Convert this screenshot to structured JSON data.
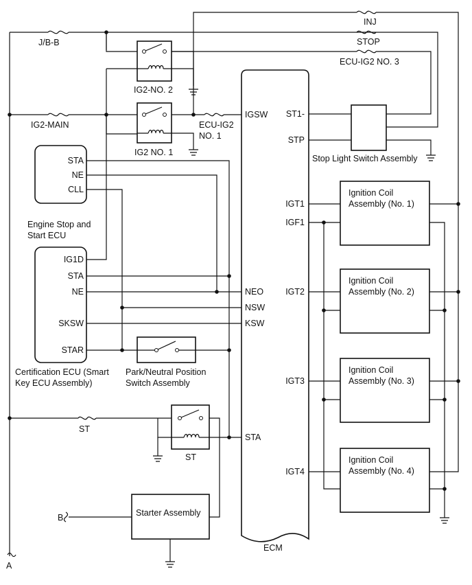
{
  "fuses": {
    "jb_b": "J/B-B",
    "ig2_main": "IG2-MAIN",
    "inj": "INJ",
    "stop": "STOP",
    "ecu_ig2_no3": "ECU-IG2 NO. 3",
    "ecu_ig2_no1_line1": "ECU-IG2",
    "ecu_ig2_no1_line2": "NO. 1",
    "st": "ST"
  },
  "relays": {
    "ig2_no2": "IG2-NO. 2",
    "ig2_no1": "IG2 NO. 1",
    "st": "ST"
  },
  "engine_stop_ecu": {
    "name_line1": "Engine Stop and",
    "name_line2": "Start ECU",
    "pins": [
      "STA",
      "NE",
      "CLL"
    ]
  },
  "cert_ecu": {
    "name_line1": "Certification ECU (Smart",
    "name_line2": "Key ECU Assembly)",
    "pins": [
      "IG1D",
      "STA",
      "NE",
      "SKSW",
      "STAR"
    ]
  },
  "park_switch": {
    "line1": "Park/Neutral Position",
    "line2": "Switch Assembly"
  },
  "starter": "Starter Assembly",
  "ecm": {
    "name": "ECM",
    "left_pins": [
      "IGSW",
      "NEO",
      "NSW",
      "KSW",
      "STA"
    ],
    "right_pins": [
      "ST1-",
      "STP",
      "IGT1",
      "IGF1",
      "IGT2",
      "IGT3",
      "IGT4"
    ]
  },
  "stop_light_switch": "Stop Light Switch Assembly",
  "coils": [
    {
      "line1": "Ignition Coil",
      "line2": "Assembly (No. 1)"
    },
    {
      "line1": "Ignition Coil",
      "line2": "Assembly (No. 2)"
    },
    {
      "line1": "Ignition Coil",
      "line2": "Assembly (No. 3)"
    },
    {
      "line1": "Ignition Coil",
      "line2": "Assembly (No. 4)"
    }
  ],
  "connectors": {
    "a": "A",
    "b": "B"
  }
}
